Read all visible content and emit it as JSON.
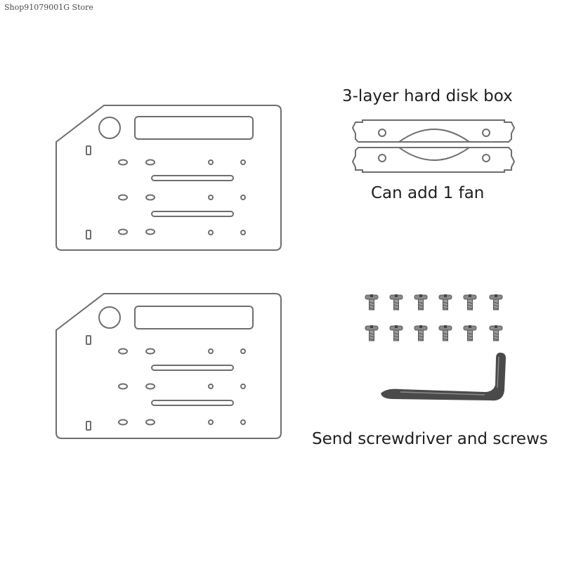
{
  "watermark": "Shop91079001G Store",
  "captions": {
    "top": "3-layer hard disk box",
    "middle": "Can add 1 fan",
    "bottom": "Send screwdriver and screws"
  },
  "colors": {
    "outline": "#6e6e6e",
    "screw": "#8a8a8a",
    "wrench": "#4a4a4a"
  },
  "items": {
    "plates": 2,
    "fan_brackets": 2,
    "screws": 12,
    "hex_key": 1
  }
}
